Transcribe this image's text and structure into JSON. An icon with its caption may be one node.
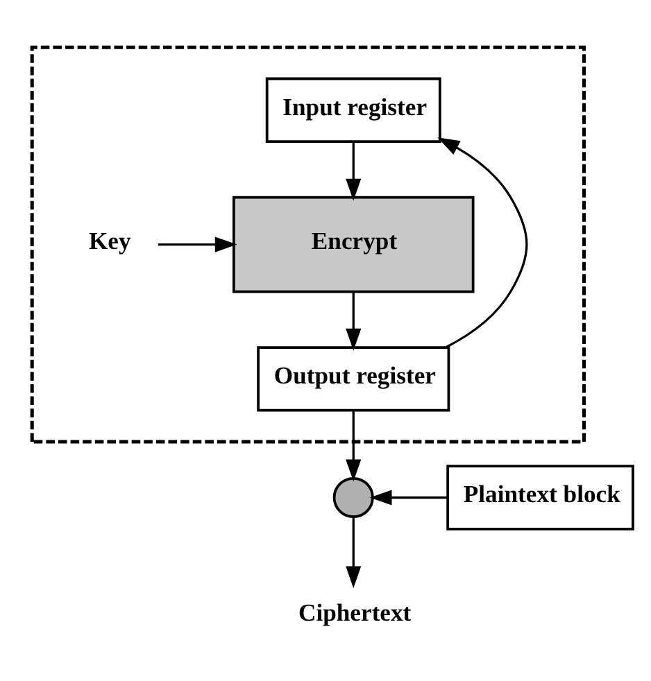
{
  "diagram": {
    "nodes": [
      {
        "text": [],
        "shape": "box"
      },
      {
        "text": [
          "Input register"
        ],
        "in": 0
      },
      {
        "text": [
          "Key"
        ],
        "in": 0
      },
      {
        "text": [
          "Encrypt"
        ],
        "in": 0
      },
      {
        "text": [
          "Output register"
        ],
        "in": 0
      },
      {
        "text": [],
        "shape": "circle"
      },
      {
        "text": [
          "Plaintext block"
        ]
      },
      {
        "text": [
          "Ciphertext"
        ]
      }
    ],
    "edges": [
      {
        "from": 1,
        "to": 3,
        "arrow": "to"
      },
      {
        "from": 2,
        "to": 3,
        "arrow": "to"
      },
      {
        "from": 3,
        "to": 4,
        "arrow": "to"
      },
      {
        "from": 4,
        "to": 1,
        "arrow": "to"
      },
      {
        "from": 4,
        "to": 5,
        "arrow": "to"
      },
      {
        "from": 6,
        "to": 5,
        "arrow": "to"
      },
      {
        "from": 5,
        "to": 7,
        "arrow": "to"
      }
    ]
  }
}
